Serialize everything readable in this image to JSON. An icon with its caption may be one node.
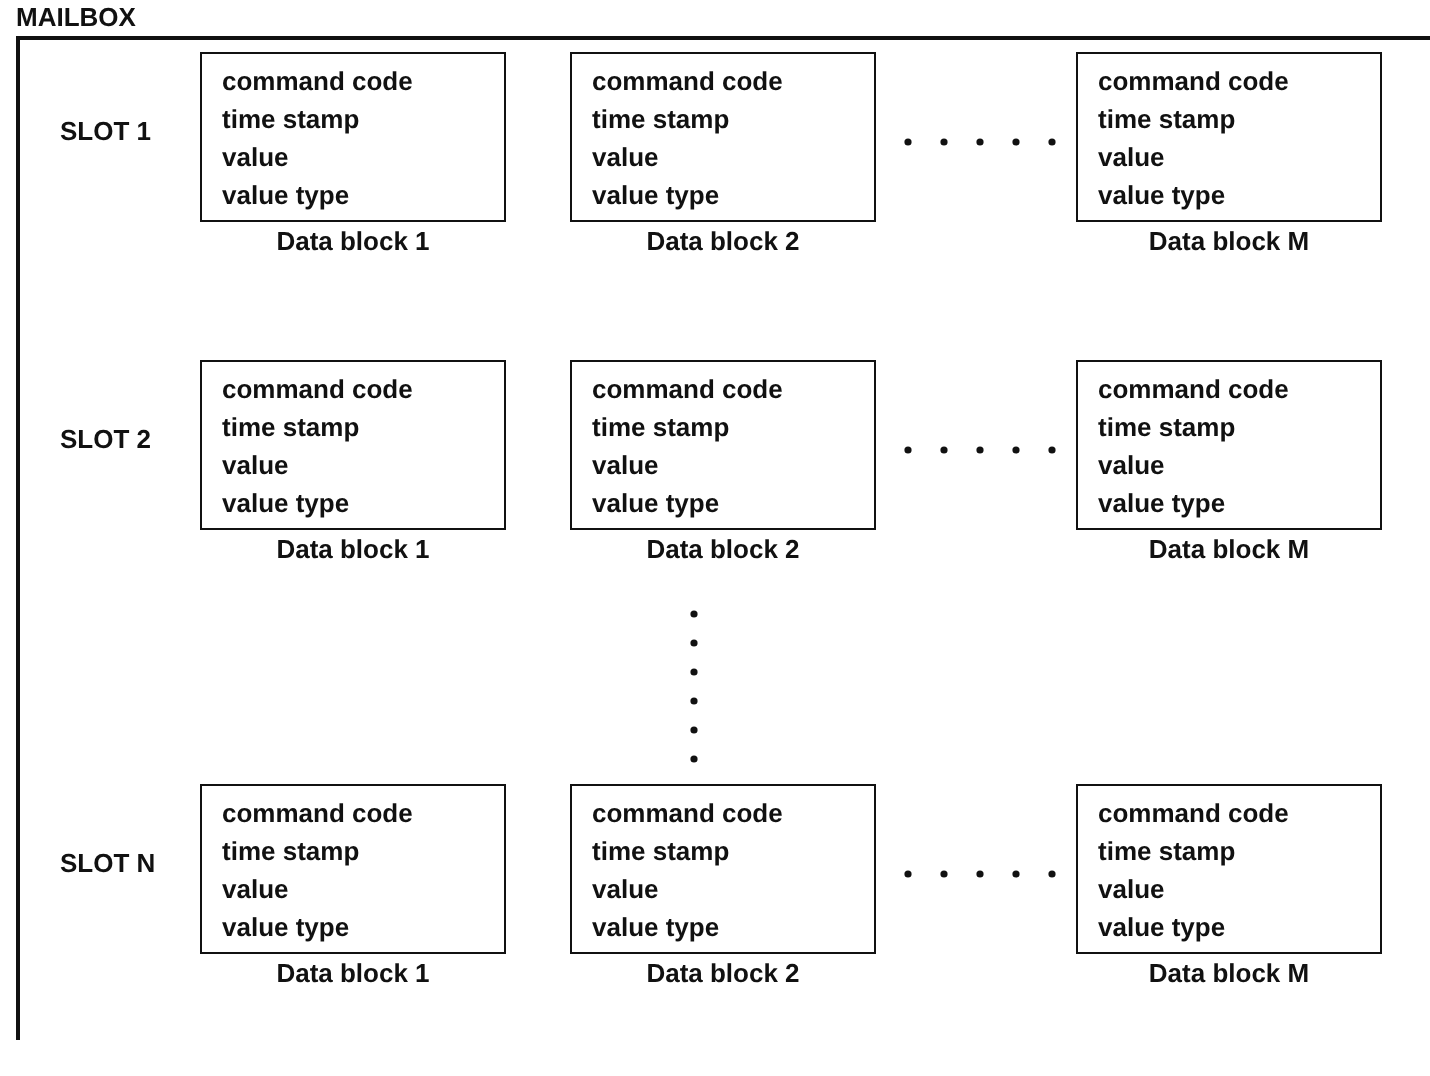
{
  "diagram": {
    "nodes": [
      {
        "text": [
          "MAILBOX"
        ]
      },
      {
        "text": [
          "command code",
          "time stamp",
          "value",
          "value type"
        ],
        "beside": [
          "Data block 1"
        ],
        "in": 0
      },
      {
        "text": [
          "command code",
          "time stamp",
          "value",
          "value type"
        ],
        "beside": [
          "Data block 2"
        ],
        "in": 0
      },
      {
        "text": [
          "command code",
          "time stamp",
          "value",
          "value type"
        ],
        "beside": [
          "Data block M"
        ],
        "in": 0
      },
      {
        "text": [
          "command code",
          "time stamp",
          "value",
          "value type"
        ],
        "beside": [
          "Data block 1"
        ],
        "in": 0
      },
      {
        "text": [
          "command code",
          "time stamp",
          "value",
          "value type"
        ],
        "beside": [
          "Data block 2"
        ],
        "in": 0
      },
      {
        "text": [
          "command code",
          "time stamp",
          "value",
          "value type"
        ],
        "beside": [
          "Data block M"
        ],
        "in": 0
      },
      {
        "text": [
          "command code",
          "time stamp",
          "value",
          "value type"
        ],
        "beside": [
          "Data block 1"
        ],
        "in": 0
      },
      {
        "text": [
          "command code",
          "time stamp",
          "value",
          "value type"
        ],
        "beside": [
          "Data block 2"
        ],
        "in": 0
      },
      {
        "text": [
          "command code",
          "time stamp",
          "value",
          "value type"
        ],
        "beside": [
          "Data block M"
        ],
        "in": 0
      }
    ],
    "labels": [
      "SLOT 1",
      "SLOT 2",
      "SLOT N"
    ]
  }
}
